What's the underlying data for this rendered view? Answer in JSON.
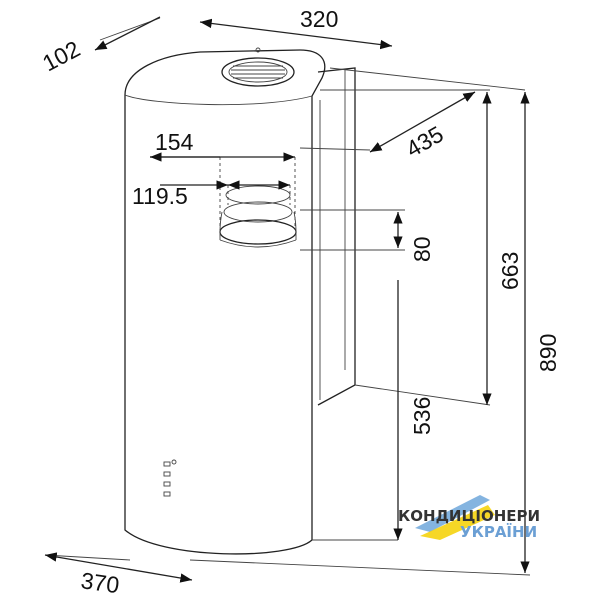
{
  "dimensions": {
    "depth_top": "102",
    "width_top": "320",
    "depth_side": "435",
    "outlet_outer": "154",
    "outlet_inner": "119.5",
    "outlet_height": "80",
    "height_663": "663",
    "height_890": "890",
    "height_536": "536",
    "diameter_bottom": "370"
  },
  "logo": {
    "line1": "КОНДИЦІОНЕРИ",
    "line2": "УКРАЇНИ",
    "colors": [
      "#5b9bd5",
      "#f5d000"
    ]
  }
}
